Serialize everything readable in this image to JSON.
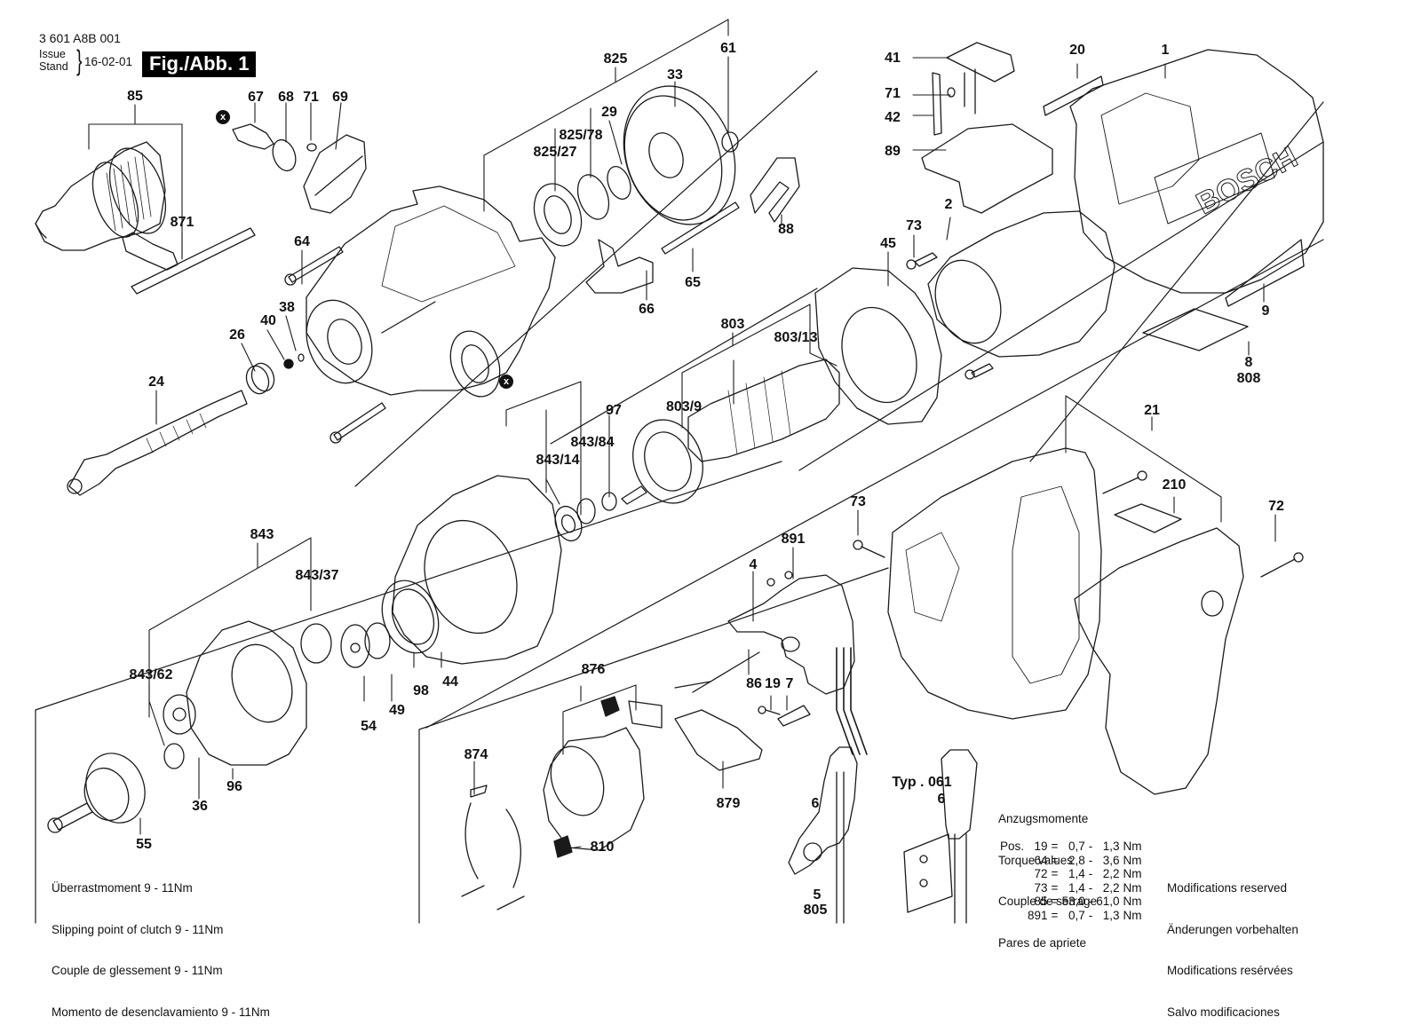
{
  "header": {
    "part_number": "3 601 A8B 001",
    "issue_label_1": "Issue",
    "issue_label_2": "Stand",
    "issue_date": "16-02-01",
    "figure_title": "Fig./Abb. 1"
  },
  "brand_text": "BOSCH",
  "marker_symbol": "x",
  "part_labels": {
    "p85": "85",
    "p871": "871",
    "p67": "67",
    "p68": "68",
    "p71a": "71",
    "p69": "69",
    "p64": "64",
    "p26": "26",
    "p40": "40",
    "p38": "38",
    "p24": "24",
    "p825": "825",
    "p825_78": "825/78",
    "p825_27": "825/27",
    "p29": "29",
    "p33": "33",
    "p61": "61",
    "p88": "88",
    "p65": "65",
    "p66": "66",
    "p41": "41",
    "p71b": "71",
    "p42": "42",
    "p89": "89",
    "p20": "20",
    "p1": "1",
    "p2": "2",
    "p73a": "73",
    "p45": "45",
    "p9": "9",
    "p8": "8",
    "p808": "808",
    "p803": "803",
    "p803_13": "803/13",
    "p803_9": "803/9",
    "p843_84": "843/84",
    "p843_14": "843/14",
    "p97": "97",
    "p843": "843",
    "p843_37": "843/37",
    "p843_62": "843/62",
    "p44": "44",
    "p98": "98",
    "p49": "49",
    "p54": "54",
    "p96": "96",
    "p36": "36",
    "p55": "55",
    "p876": "876",
    "p874": "874",
    "p810": "810",
    "p879": "879",
    "p891": "891",
    "p4": "4",
    "p86": "86",
    "p19": "19",
    "p7": "7",
    "p6a": "6",
    "p5": "5",
    "p805": "805",
    "typ061": "Typ . 061",
    "p6b": "6",
    "p21": "21",
    "p210": "210",
    "p73b": "73",
    "p72": "72"
  },
  "clutch_note": {
    "lines": [
      "Überrastmoment 9 - 11Nm",
      "Slipping point of clutch 9 - 11Nm",
      "Couple de glessement 9 - 11Nm",
      "Momento de desenclavamiento 9 - 11Nm"
    ]
  },
  "torque_values": {
    "titles": [
      "Anzugsmomente",
      "Torque values",
      "Couple de serrage",
      "Pares de apriete"
    ],
    "pos_prefix": "Pos.",
    "unit": "Nm",
    "rows": [
      {
        "pos": "19",
        "min": "0,7",
        "max": "1,3"
      },
      {
        "pos": "64",
        "min": "2,8",
        "max": "3,6"
      },
      {
        "pos": "72",
        "min": "1,4",
        "max": "2,2"
      },
      {
        "pos": "73",
        "min": "1,4",
        "max": "2,2"
      },
      {
        "pos": "85",
        "min": "53,0",
        "max": "61,0"
      },
      {
        "pos": "891",
        "min": "0,7",
        "max": "1,3"
      }
    ]
  },
  "modifications_note": {
    "lines": [
      "Modifications reserved",
      "Änderungen vorbehalten",
      "Modifications resérvées",
      "Salvo modificaciones"
    ]
  }
}
